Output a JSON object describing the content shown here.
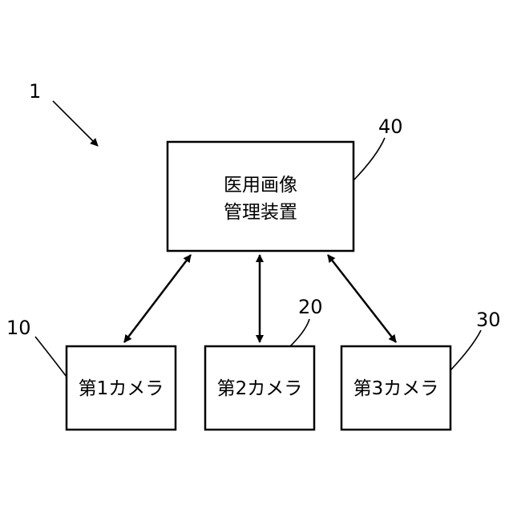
{
  "system": {
    "ref": "1"
  },
  "management_device": {
    "ref": "40",
    "line1": "医用画像",
    "line2": "管理装置"
  },
  "cameras": [
    {
      "ref": "10",
      "label": "第1カメラ"
    },
    {
      "ref": "20",
      "label": "第2カメラ"
    },
    {
      "ref": "30",
      "label": "第3カメラ"
    }
  ],
  "colors": {
    "stroke": "#000000",
    "background": "#ffffff"
  }
}
